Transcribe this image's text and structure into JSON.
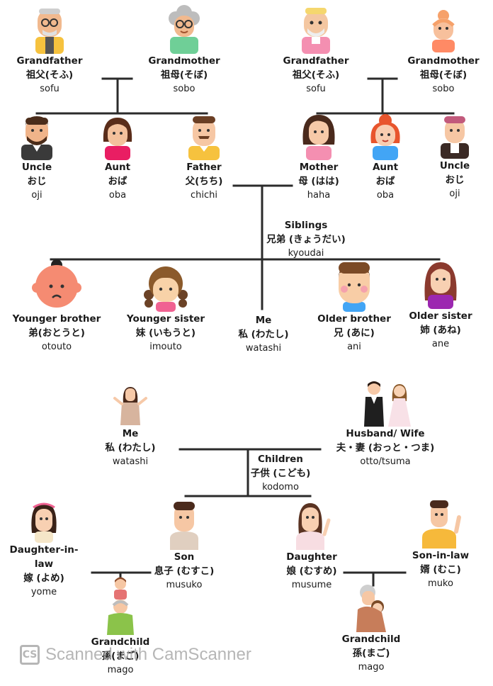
{
  "grandfather_paternal": {
    "en": "Grandfather",
    "jp": "祖父(そふ)",
    "ro": "sofu",
    "icon": "grandfather-avatar-icon"
  },
  "grandmother_paternal": {
    "en": "Grandmother",
    "jp": "祖母(そぼ)",
    "ro": "sobo",
    "icon": "grandmother-avatar-icon"
  },
  "grandfather_maternal": {
    "en": "Grandfather",
    "jp": "祖父(そふ)",
    "ro": "sofu",
    "icon": "grandfather-avatar-icon"
  },
  "grandmother_maternal": {
    "en": "Grandmother",
    "jp": "祖母(そぼ)",
    "ro": "sobo",
    "icon": "grandmother-avatar-icon"
  },
  "uncle_paternal": {
    "en": "Uncle",
    "jp": "おじ",
    "ro": "oji"
  },
  "aunt_paternal": {
    "en": "Aunt",
    "jp": "おば",
    "ro": "oba"
  },
  "father": {
    "en": "Father",
    "jp": "父(ちち)",
    "ro": "chichi"
  },
  "mother": {
    "en": "Mother",
    "jp": "母 (はは)",
    "ro": "haha"
  },
  "aunt_maternal": {
    "en": "Aunt",
    "jp": "おば",
    "ro": "oba"
  },
  "uncle_maternal": {
    "en": "Uncle",
    "jp": "おじ",
    "ro": "oji"
  },
  "siblings": {
    "en": "Siblings",
    "jp": "兄弟 (きょうだい)",
    "ro": "kyoudai"
  },
  "younger_brother": {
    "en": "Younger brother",
    "jp": "弟(おとうと)",
    "ro": "otouto"
  },
  "younger_sister": {
    "en": "Younger sister",
    "jp": "妹 (いもうと)",
    "ro": "imouto"
  },
  "me_top": {
    "en": "Me",
    "jp": "私 (わたし)",
    "ro": "watashi"
  },
  "older_brother": {
    "en": "Older brother",
    "jp": "兄 (あに)",
    "ro": "ani"
  },
  "older_sister": {
    "en": "Older sister",
    "jp": "姉 (あね)",
    "ro": "ane"
  },
  "me_bottom": {
    "en": "Me",
    "jp": "私 (わたし)",
    "ro": "watashi"
  },
  "spouse": {
    "en": "Husband/ Wife",
    "jp": "夫・妻 (おっと・つま)",
    "ro": "otto/tsuma"
  },
  "children": {
    "en": "Children",
    "jp": "子供 (こども)",
    "ro": "kodomo"
  },
  "daughter_in_law": {
    "en": "Daughter-in-law",
    "jp": "嫁 (よめ)",
    "ro": "yome"
  },
  "son": {
    "en": "Son",
    "jp": "息子 (むすこ)",
    "ro": "musuko"
  },
  "daughter": {
    "en": "Daughter",
    "jp": "娘 (むすめ)",
    "ro": "musume"
  },
  "son_in_law": {
    "en": "Son-in-law",
    "jp": "婿 (むこ)",
    "ro": "muko"
  },
  "grandchild_left": {
    "en": "Grandchild",
    "jp": "孫(まご)",
    "ro": "mago"
  },
  "grandchild_right": {
    "en": "Grandchild",
    "jp": "孫(まご)",
    "ro": "mago"
  },
  "watermark": {
    "logo": "CS",
    "text": "Scanned with CamScanner"
  }
}
